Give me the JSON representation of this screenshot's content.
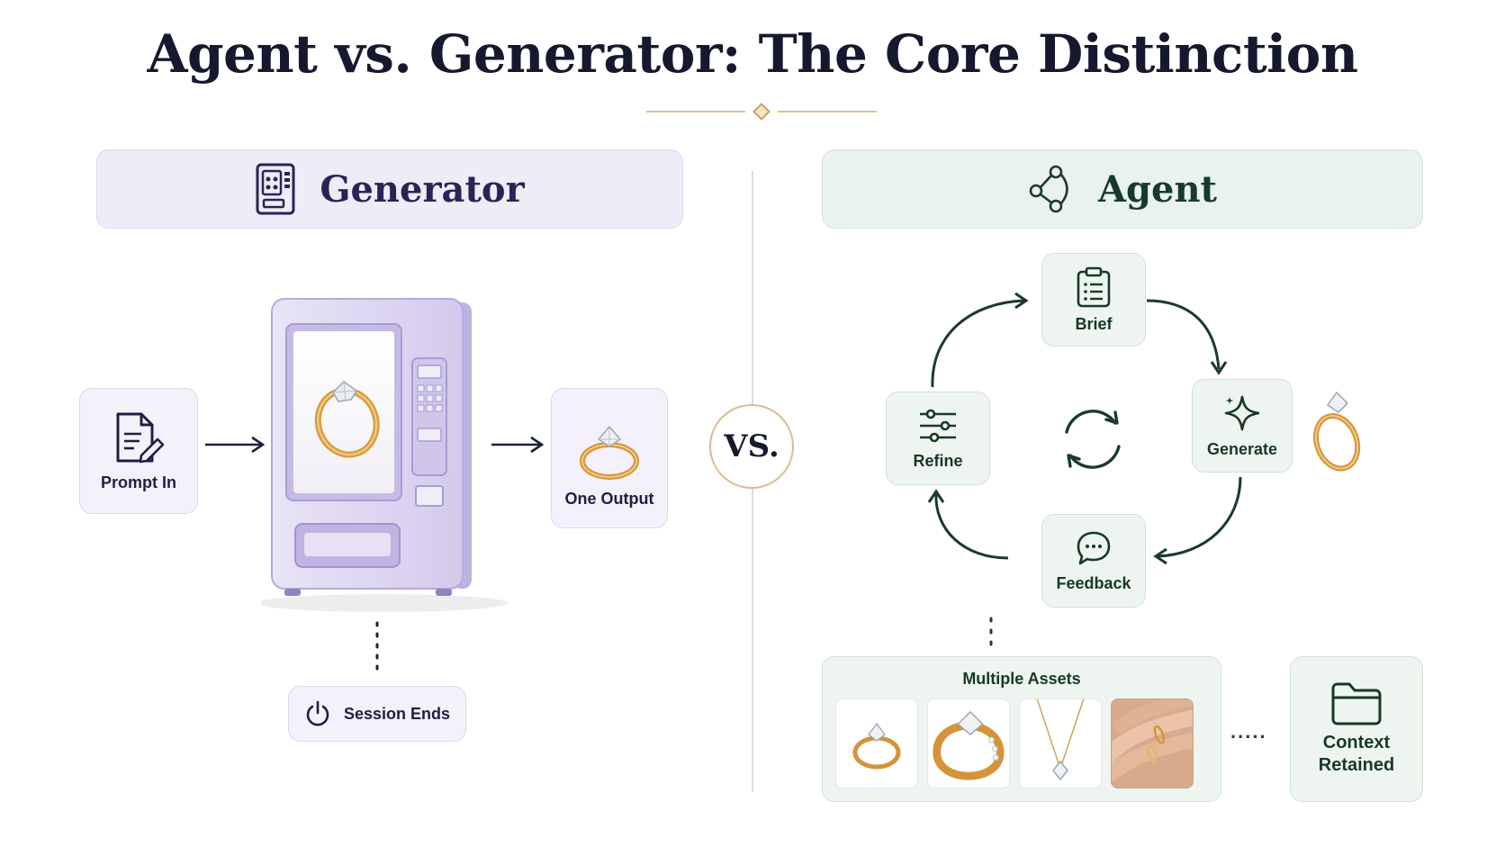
{
  "title": "Agent vs. Generator: The Core Distinction",
  "vs_label": "VS.",
  "generator": {
    "header": "Generator",
    "prompt_label": "Prompt In",
    "output_label": "One Output",
    "session_label": "Session Ends"
  },
  "agent": {
    "header": "Agent",
    "loop": [
      "Brief",
      "Generate",
      "Feedback",
      "Refine"
    ],
    "assets_title": "Multiple Assets",
    "context_label": "Context Retained"
  },
  "colors": {
    "generator_accent": "#efecf8",
    "agent_accent": "#eaf2ed",
    "gold": "#c9a15a",
    "dark_green": "#1b3a2c",
    "navy": "#16192e"
  },
  "icons": {
    "generator": "vending-machine-icon",
    "agent": "branching-nodes-icon",
    "prompt": "document-pen-icon",
    "session": "power-icon",
    "brief": "clipboard-list-icon",
    "generate": "sparkle-icon",
    "feedback": "chat-bubble-icon",
    "refine": "sliders-icon",
    "cycle": "refresh-cycle-icon",
    "context": "folder-icon"
  }
}
